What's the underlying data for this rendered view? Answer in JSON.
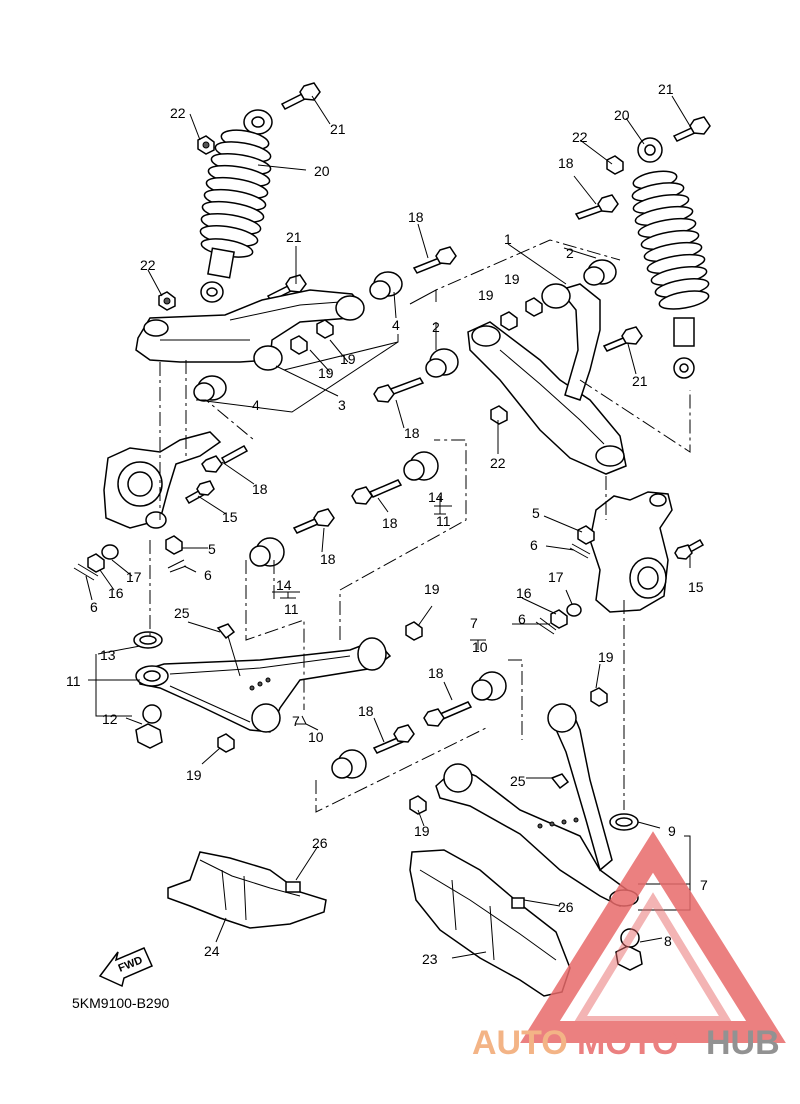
{
  "diagram": {
    "code": "5KM9100-B290",
    "fwd_label": "FWD"
  },
  "callouts": {
    "c1": "1",
    "c2a": "2",
    "c2b": "2",
    "c3": "3",
    "c4a": "4",
    "c4b": "4",
    "c5a": "5",
    "c5b": "5",
    "c6a": "6",
    "c6b": "6",
    "c6c": "6",
    "c7a": "7",
    "c7b": "7",
    "c7c": "7",
    "c8": "8",
    "c9": "9",
    "c10a": "10",
    "c10b": "10",
    "c11a": "11",
    "c11b": "11",
    "c11c": "11",
    "c12": "12",
    "c13": "13",
    "c14a": "14",
    "c14b": "14",
    "c15a": "15",
    "c15b": "15",
    "c16a": "16",
    "c16b": "16",
    "c17a": "17",
    "c17b": "17",
    "c18a": "18",
    "c18b": "18",
    "c18c": "18",
    "c18d": "18",
    "c18e": "18",
    "c18f": "18",
    "c18g": "18",
    "c18h": "18",
    "c19a": "19",
    "c19b": "19",
    "c19c": "19",
    "c19d": "19",
    "c19e": "19",
    "c19f": "19",
    "c19g": "19",
    "c20a": "20",
    "c20b": "20",
    "c21a": "21",
    "c21b": "21",
    "c21c": "21",
    "c21d": "21",
    "c22a": "22",
    "c22b": "22",
    "c22c": "22",
    "c22d": "22",
    "c23": "23",
    "c24": "24",
    "c25a": "25",
    "c25b": "25",
    "c26a": "26",
    "c26b": "26"
  },
  "watermark": {
    "text_auto": "AUTO",
    "text_moto": "MOTO",
    "text_hub": "HUB",
    "color_orange": "#f2a772",
    "color_red": "#e86a6a",
    "color_gray": "#7f7f7f"
  }
}
